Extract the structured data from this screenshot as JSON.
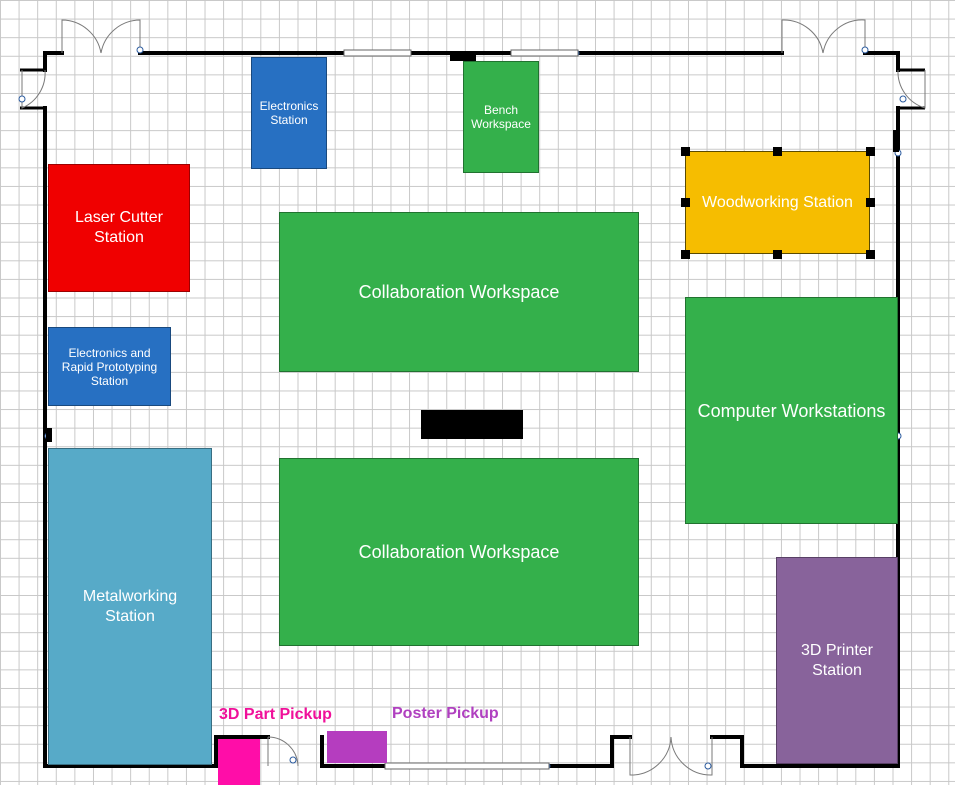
{
  "rooms": {
    "electronics_station": "Electronics\nStation",
    "bench_workspace": "Bench\nWorkspace",
    "woodworking_station": "Woodworking Station",
    "laser_cutter_station": "Laser Cutter\nStation",
    "collaboration_workspace_1": "Collaboration Workspace",
    "computer_workstations": "Computer Workstations",
    "electronics_rapid_prototyping": "Electronics and\nRapid Prototyping\nStation",
    "collaboration_workspace_2": "Collaboration Workspace",
    "metalworking_station": "Metalworking\nStation",
    "printer_3d_station": "3D Printer\nStation"
  },
  "pickups": {
    "part_pickup": "3D Part Pickup",
    "poster_pickup": "Poster Pickup"
  },
  "colors": {
    "blue": "#2770c2",
    "green": "#34b04b",
    "red": "#f00000",
    "yellow": "#f6bd00",
    "light_blue": "#57aac8",
    "purple": "#88639b",
    "magenta": "#ff0da8",
    "violet": "#b53dbf",
    "label_magenta": "#f0109a",
    "label_violet": "#b040c0"
  },
  "icons": {
    "door": "door-swing-icon",
    "window": "window-icon",
    "selection": "selection-handle-icon"
  }
}
